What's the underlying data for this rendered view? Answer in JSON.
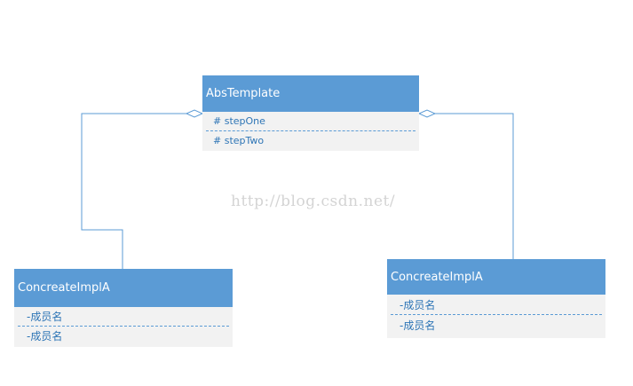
{
  "diagram": {
    "parent_class": {
      "name": "AbsTemplate",
      "members": [
        "# stepOne",
        "# stepTwo"
      ]
    },
    "child_classes": [
      {
        "name": "ConcreateImplA",
        "members": [
          "-成员名",
          "-成员名"
        ]
      },
      {
        "name": "ConcreateImplA",
        "members": [
          "-成员名",
          "-成员名"
        ]
      }
    ],
    "relationship": "aggregation",
    "colors": {
      "header_fill": "#5b9bd5",
      "header_text": "#ffffff",
      "body_fill": "#f2f2f2",
      "member_text": "#2e75b6",
      "connector": "#5b9bd5"
    }
  },
  "watermark": "http://blog.csdn.net/"
}
